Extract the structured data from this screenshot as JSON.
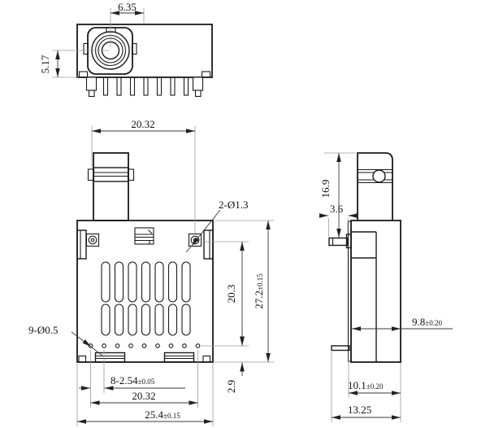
{
  "drawing": {
    "top_view": {
      "dim_width": "6.35",
      "dim_height": "5.17"
    },
    "front_view": {
      "dim_barrel_to_hole": "20.32",
      "label_mount_holes": "2-Ø1.3",
      "dim_hole_span_v": "20.3",
      "dim_height": "27.2",
      "dim_height_tol": "±0.15",
      "label_pin_holes": "9-Ø0.5",
      "dim_pin_pitch": "8-2.54",
      "dim_pin_pitch_tol": "±0.05",
      "dim_pin_row": "20.32",
      "dim_width": "25.4",
      "dim_width_tol": "±0.15",
      "dim_pin_to_bottom": "2.9"
    },
    "side_view": {
      "dim_barrel_height": "16.9",
      "dim_pin_length": "3.6",
      "dim_body_depth": "9.8",
      "dim_body_depth_tol": "±0.20",
      "dim_base_depth": "10.1",
      "dim_base_depth_tol": "±0.20",
      "dim_overall_depth": "13.25"
    }
  }
}
